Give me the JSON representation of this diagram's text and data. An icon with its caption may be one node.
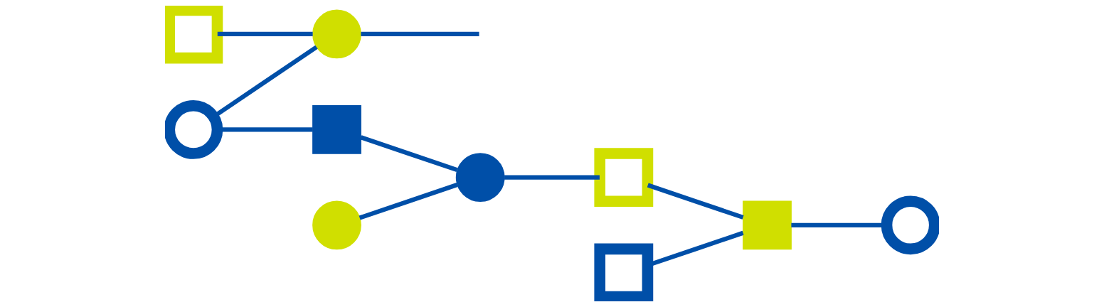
{
  "diagram": {
    "nodes": [
      {
        "text": [],
        "shape": "box"
      },
      {
        "text": [],
        "shape": "circle"
      },
      {
        "text": [],
        "shape": "circle"
      },
      {
        "text": [],
        "shape": "box"
      },
      {
        "text": [],
        "shape": "circle"
      },
      {
        "text": [],
        "shape": "circle"
      },
      {
        "text": [],
        "shape": "box"
      },
      {
        "text": [],
        "shape": "box"
      },
      {
        "text": [],
        "shape": "box"
      },
      {
        "text": [],
        "shape": "circle"
      }
    ],
    "edges": [
      {
        "from": 0,
        "to": 2,
        "arrow": "none"
      },
      {
        "from": 1,
        "to": 2,
        "arrow": "none"
      },
      {
        "from": 2,
        "to": null,
        "arrow": "none"
      },
      {
        "from": 1,
        "to": 3,
        "arrow": "none"
      },
      {
        "from": 3,
        "to": 5,
        "arrow": "none"
      },
      {
        "from": 4,
        "to": 5,
        "arrow": "none"
      },
      {
        "from": 5,
        "to": 6,
        "arrow": "none"
      },
      {
        "from": 6,
        "to": 8,
        "arrow": "none"
      },
      {
        "from": 7,
        "to": 8,
        "arrow": "none"
      },
      {
        "from": 8,
        "to": 9,
        "arrow": "none"
      }
    ]
  }
}
